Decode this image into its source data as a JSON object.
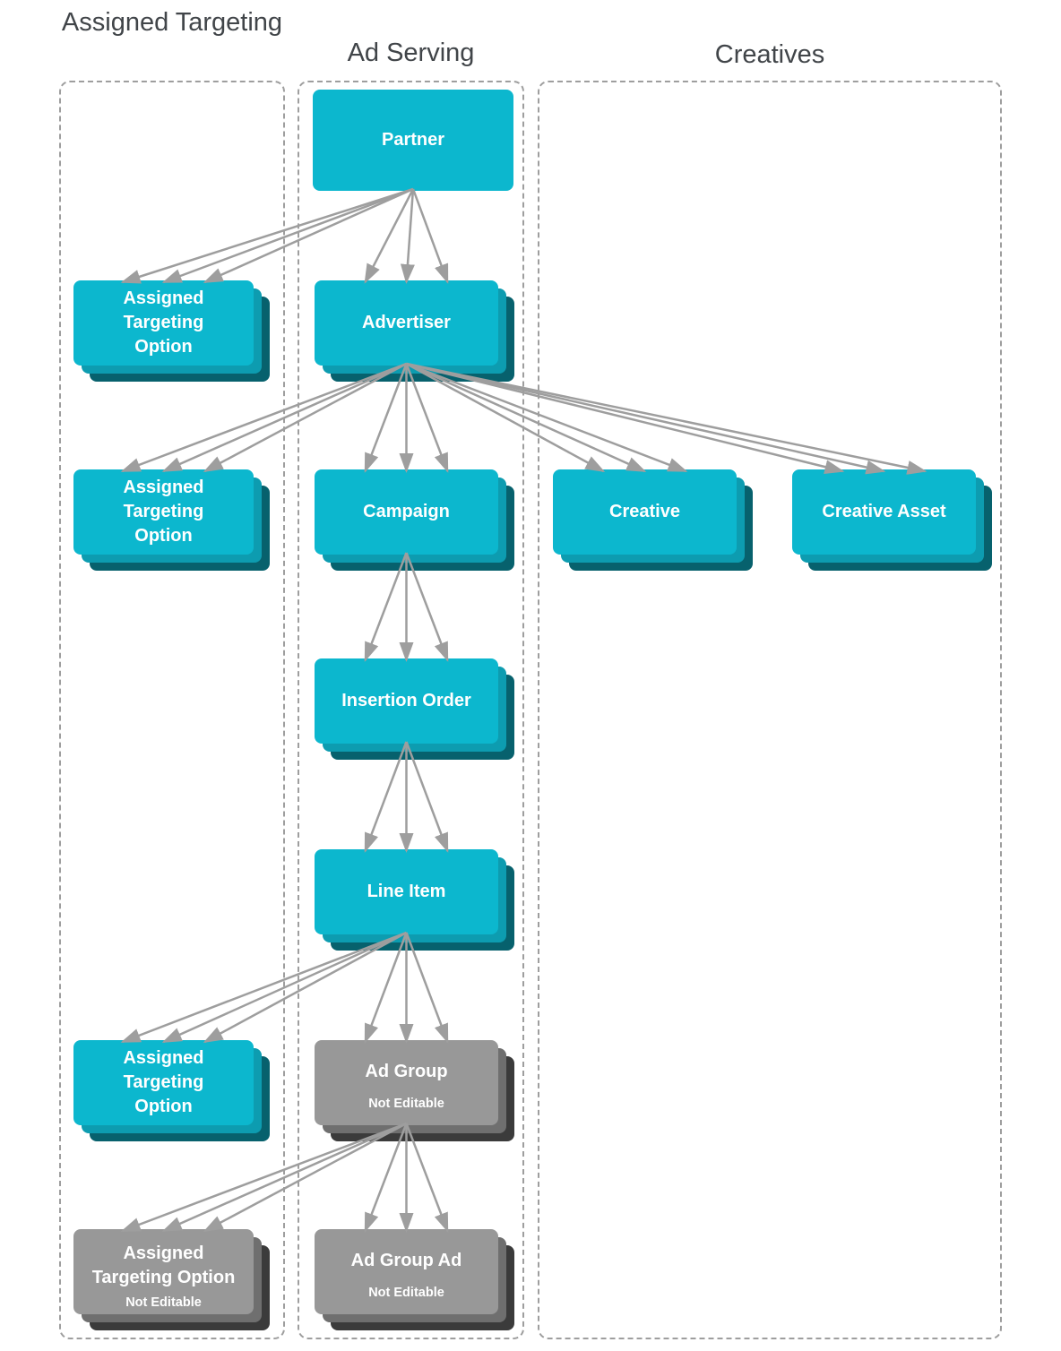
{
  "columns": {
    "assigned_targeting": {
      "title": "Assigned Targeting"
    },
    "ad_serving": {
      "title": "Ad Serving"
    },
    "creatives": {
      "title": "Creatives"
    }
  },
  "nodes": {
    "partner": {
      "label": "Partner"
    },
    "advertiser": {
      "label": "Advertiser"
    },
    "campaign": {
      "label": "Campaign"
    },
    "insertion_order": {
      "label": "Insertion Order"
    },
    "line_item": {
      "label": "Line Item"
    },
    "ad_group": {
      "label": "Ad Group",
      "note": "Not Editable"
    },
    "ad_group_ad": {
      "label": "Ad Group Ad",
      "note": "Not Editable"
    },
    "ato_partner": {
      "label": "Assigned\nTargeting\nOption"
    },
    "ato_advertiser": {
      "label": "Assigned\nTargeting\nOption"
    },
    "ato_line_item": {
      "label": "Assigned\nTargeting\nOption"
    },
    "ato_ad_group": {
      "label": "Assigned\nTargeting Option",
      "note": "Not Editable"
    },
    "creative": {
      "label": "Creative"
    },
    "creative_asset": {
      "label": "Creative Asset"
    }
  },
  "edges": [
    {
      "from": "partner",
      "to": "ato_partner"
    },
    {
      "from": "partner",
      "to": "advertiser"
    },
    {
      "from": "advertiser",
      "to": "ato_advertiser"
    },
    {
      "from": "advertiser",
      "to": "campaign"
    },
    {
      "from": "advertiser",
      "to": "creative"
    },
    {
      "from": "advertiser",
      "to": "creative_asset"
    },
    {
      "from": "campaign",
      "to": "insertion_order"
    },
    {
      "from": "insertion_order",
      "to": "line_item"
    },
    {
      "from": "line_item",
      "to": "ato_line_item"
    },
    {
      "from": "line_item",
      "to": "ad_group"
    },
    {
      "from": "ad_group",
      "to": "ato_ad_group"
    },
    {
      "from": "ad_group",
      "to": "ad_group_ad"
    }
  ],
  "colors": {
    "entity": "#0cb7ce",
    "entity_mid": "#0d9cb0",
    "entity_back": "#07616d",
    "gray": "#989898",
    "gray_mid": "#6f6f6f",
    "gray_back": "#3b3b3b",
    "arrow": "#9e9e9e",
    "header_text": "#414549",
    "panel_border": "#9e9e9e"
  }
}
